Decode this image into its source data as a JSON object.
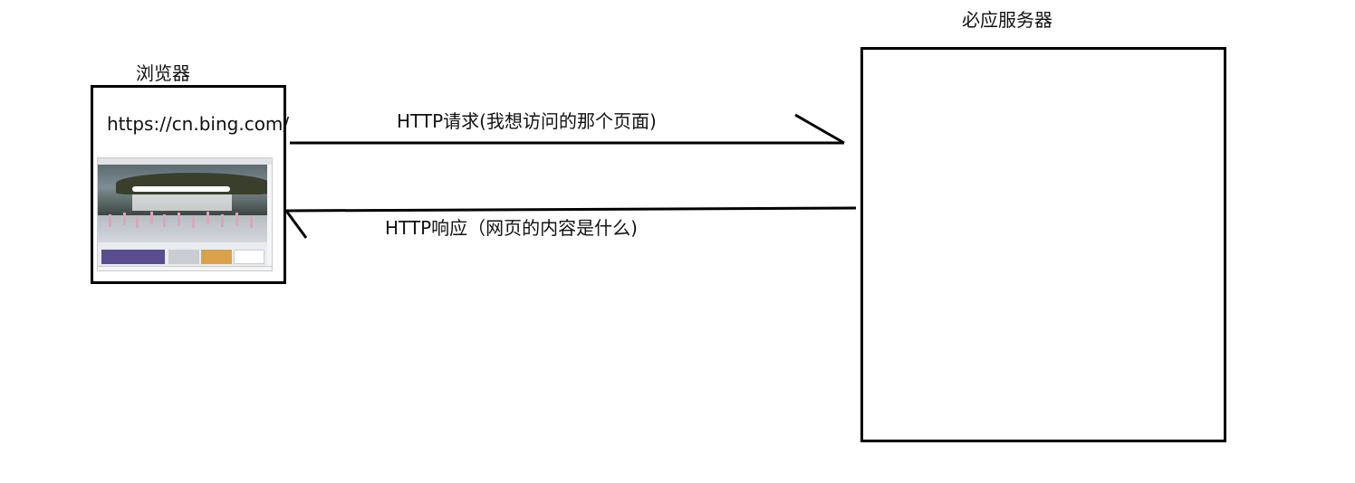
{
  "browser": {
    "title": "浏览器",
    "url": "https://cn.bing.com/"
  },
  "server": {
    "title": "必应服务器"
  },
  "request": {
    "label": "HTTP请求(我想访问的那个页面)"
  },
  "response": {
    "label": "HTTP响应（网页的内容是什么)"
  },
  "colors": {
    "stroke": "#000000",
    "background": "#ffffff"
  }
}
